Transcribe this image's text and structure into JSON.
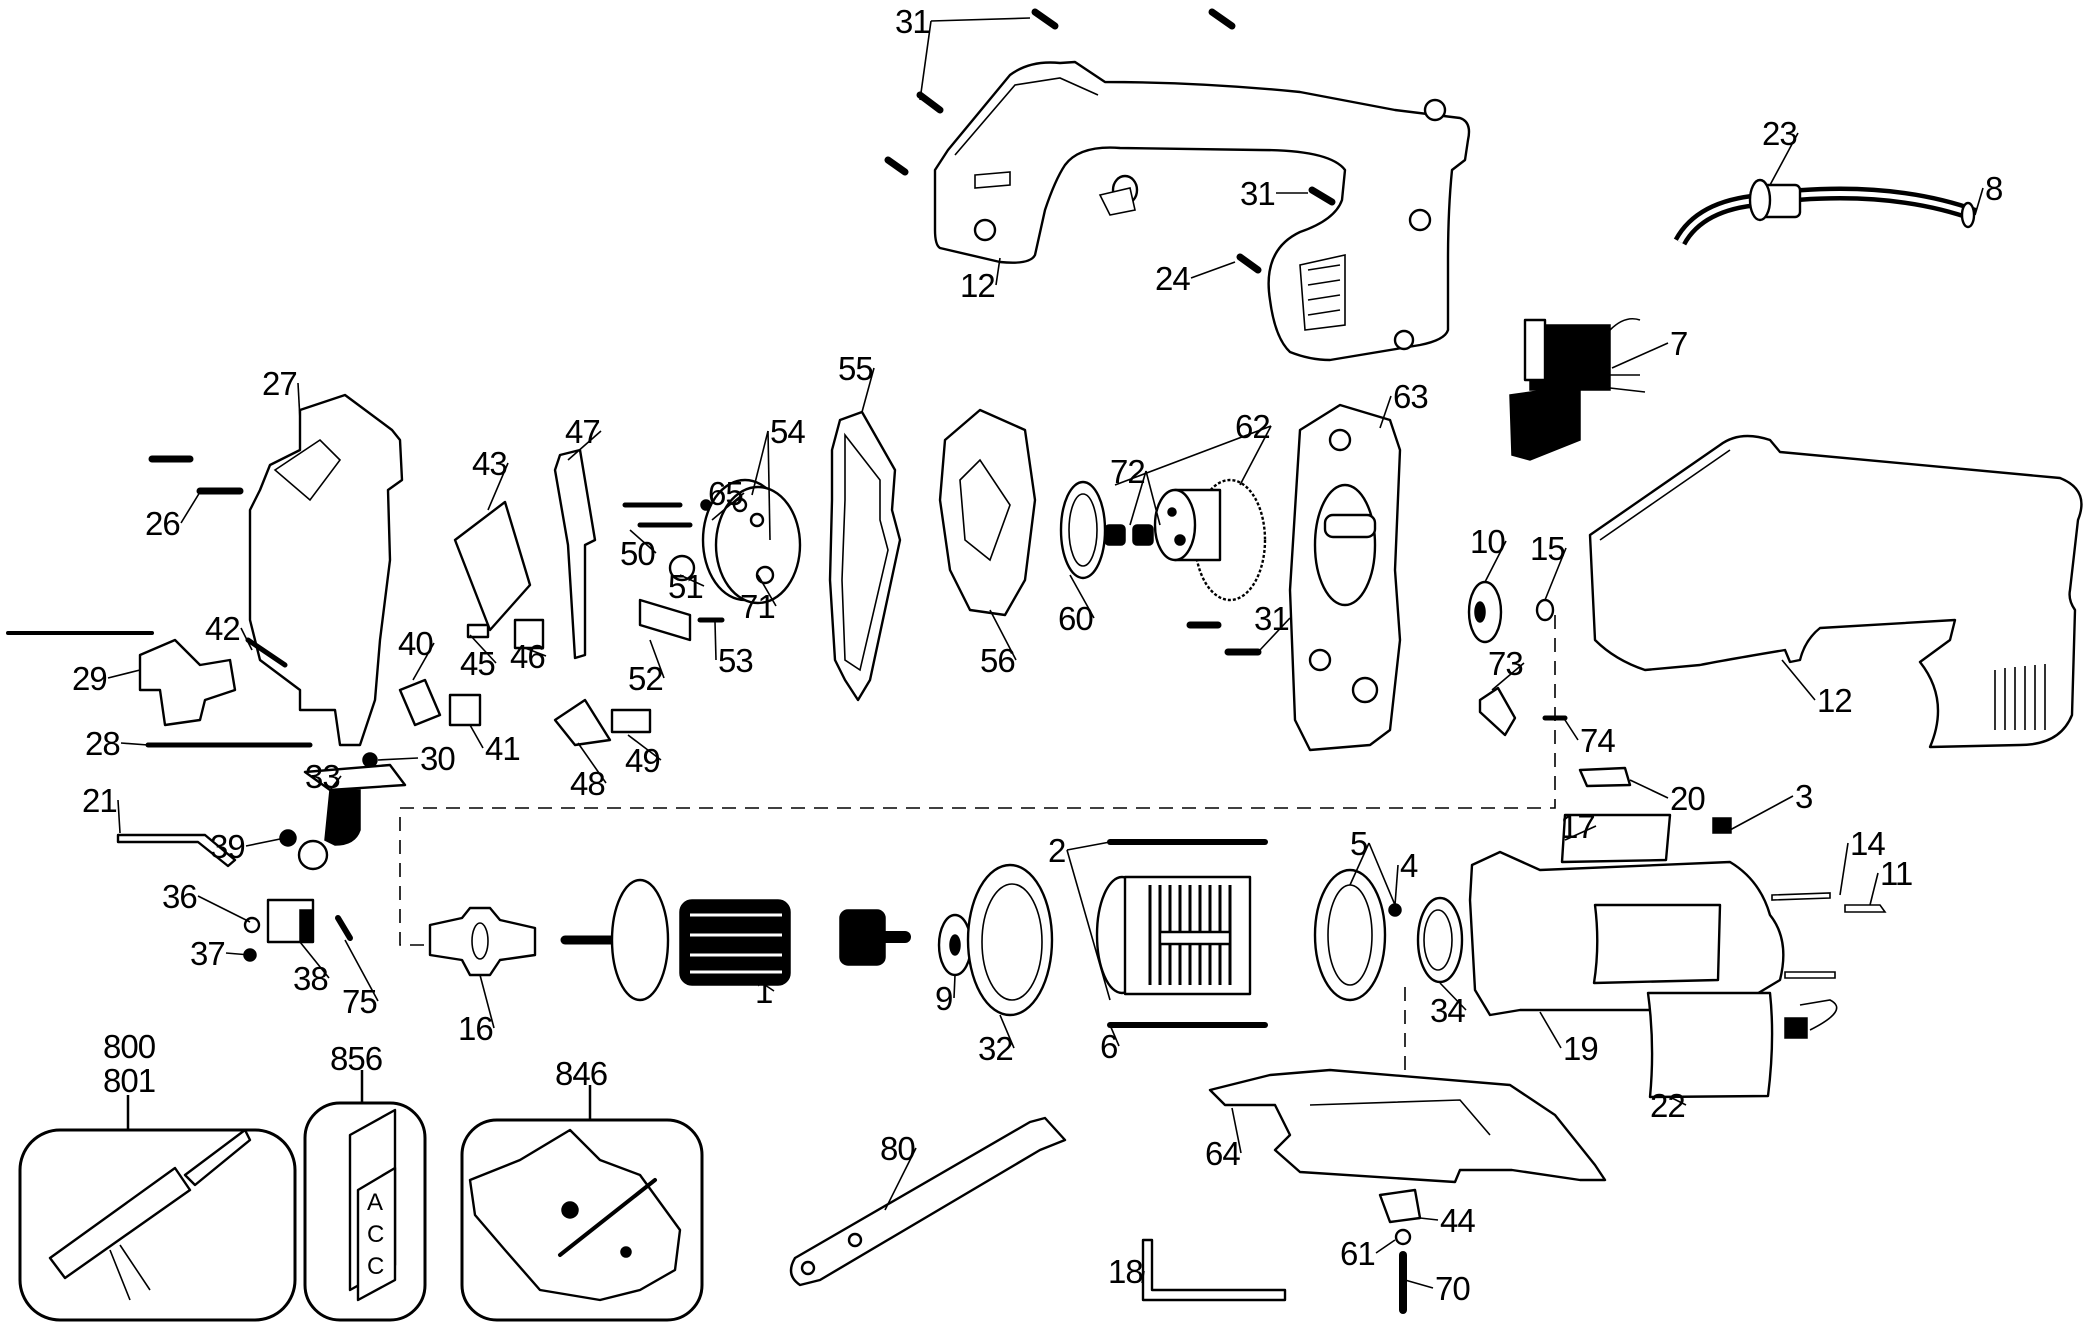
{
  "diagram": {
    "type": "exploded-parts-diagram",
    "subject": "jig saw",
    "callouts": [
      {
        "id": "c31a",
        "label": "31",
        "part": "screw"
      },
      {
        "id": "c12a",
        "label": "12",
        "part": "housing-half-left"
      },
      {
        "id": "c31b",
        "label": "31",
        "part": "screw"
      },
      {
        "id": "c24",
        "label": "24",
        "part": "screw"
      },
      {
        "id": "c23",
        "label": "23",
        "part": "cord-protector"
      },
      {
        "id": "c8",
        "label": "8",
        "part": "power-cord"
      },
      {
        "id": "c7",
        "label": "7",
        "part": "switch"
      },
      {
        "id": "c27",
        "label": "27",
        "part": "front-housing"
      },
      {
        "id": "c26",
        "label": "26",
        "part": "screw"
      },
      {
        "id": "c43",
        "label": "43",
        "part": "speed-label-plate"
      },
      {
        "id": "c47",
        "label": "47",
        "part": "lever"
      },
      {
        "id": "c65",
        "label": "65",
        "part": "washers"
      },
      {
        "id": "c54",
        "label": "54",
        "part": "counterweight"
      },
      {
        "id": "c55",
        "label": "55",
        "part": "gasket"
      },
      {
        "id": "c50",
        "label": "50",
        "part": "screws"
      },
      {
        "id": "c51",
        "label": "51",
        "part": "nut"
      },
      {
        "id": "c71",
        "label": "71",
        "part": "pin"
      },
      {
        "id": "c53",
        "label": "53",
        "part": "screw"
      },
      {
        "id": "c52",
        "label": "52",
        "part": "bracket"
      },
      {
        "id": "c56",
        "label": "56",
        "part": "gear-case-cover"
      },
      {
        "id": "c60",
        "label": "60",
        "part": "thrust-washer"
      },
      {
        "id": "c72",
        "label": "72",
        "part": "needle-bearings"
      },
      {
        "id": "c62",
        "label": "62",
        "part": "gear"
      },
      {
        "id": "c63",
        "label": "63",
        "part": "gear-case"
      },
      {
        "id": "c31c",
        "label": "31",
        "part": "screws"
      },
      {
        "id": "c10",
        "label": "10",
        "part": "ball-bearing"
      },
      {
        "id": "c15",
        "label": "15",
        "part": "retaining-ring"
      },
      {
        "id": "c73",
        "label": "73",
        "part": "baffle"
      },
      {
        "id": "c74",
        "label": "74",
        "part": "screw"
      },
      {
        "id": "c12b",
        "label": "12",
        "part": "housing-half-right"
      },
      {
        "id": "c20",
        "label": "20",
        "part": "nameplate"
      },
      {
        "id": "c29",
        "label": "29",
        "part": "blade-guide"
      },
      {
        "id": "c42",
        "label": "42",
        "part": "screw"
      },
      {
        "id": "c28",
        "label": "28",
        "part": "screw"
      },
      {
        "id": "c30",
        "label": "30",
        "part": "nut"
      },
      {
        "id": "c40",
        "label": "40",
        "part": "seal"
      },
      {
        "id": "c45",
        "label": "45",
        "part": "spring"
      },
      {
        "id": "c46",
        "label": "46",
        "part": "slider"
      },
      {
        "id": "c41",
        "label": "41",
        "part": "bushing"
      },
      {
        "id": "c48",
        "label": "48",
        "part": "clip"
      },
      {
        "id": "c49",
        "label": "49",
        "part": "clamp"
      },
      {
        "id": "c33",
        "label": "33",
        "part": "roller-arm"
      },
      {
        "id": "c21",
        "label": "21",
        "part": "hex-key"
      },
      {
        "id": "c39",
        "label": "39",
        "part": "nut"
      },
      {
        "id": "c36",
        "label": "36",
        "part": "set-screw"
      },
      {
        "id": "c37",
        "label": "37",
        "part": "set-screw"
      },
      {
        "id": "c38",
        "label": "38",
        "part": "blade-clamp"
      },
      {
        "id": "c75",
        "label": "75",
        "part": "screw"
      },
      {
        "id": "c16",
        "label": "16",
        "part": "fan-baffle"
      },
      {
        "id": "c1",
        "label": "1",
        "part": "armature"
      },
      {
        "id": "c9",
        "label": "9",
        "part": "ball-bearing"
      },
      {
        "id": "c32",
        "label": "32",
        "part": "fan-ring"
      },
      {
        "id": "c2",
        "label": "2",
        "part": "field"
      },
      {
        "id": "c6",
        "label": "6",
        "part": "screw"
      },
      {
        "id": "c5",
        "label": "5",
        "part": "brush-holder"
      },
      {
        "id": "c4",
        "label": "4",
        "part": "screw"
      },
      {
        "id": "c34",
        "label": "34",
        "part": "bearing-sleeve"
      },
      {
        "id": "c17",
        "label": "17",
        "part": "label"
      },
      {
        "id": "c3",
        "label": "3",
        "part": "brush"
      },
      {
        "id": "c14",
        "label": "14",
        "part": "terminal"
      },
      {
        "id": "c11",
        "label": "11",
        "part": "terminal"
      },
      {
        "id": "c19",
        "label": "19",
        "part": "motor-housing"
      },
      {
        "id": "c22",
        "label": "22",
        "part": "label"
      },
      {
        "id": "c64",
        "label": "64",
        "part": "shoe"
      },
      {
        "id": "c80",
        "label": "80",
        "part": "wrench"
      },
      {
        "id": "c18",
        "label": "18",
        "part": "hex-key"
      },
      {
        "id": "c44",
        "label": "44",
        "part": "clamp-block"
      },
      {
        "id": "c61",
        "label": "61",
        "part": "washer"
      },
      {
        "id": "c70",
        "label": "70",
        "part": "screw"
      }
    ],
    "accessory_boxes": [
      {
        "id": "a800",
        "labels": [
          "800",
          "801"
        ],
        "part": "grease-gun"
      },
      {
        "id": "a856",
        "labels": [
          "856"
        ],
        "part": "blade-pack",
        "letters": [
          "A",
          "C",
          "C"
        ]
      },
      {
        "id": "a846",
        "labels": [
          "846"
        ],
        "part": "hardware-bag"
      }
    ]
  }
}
